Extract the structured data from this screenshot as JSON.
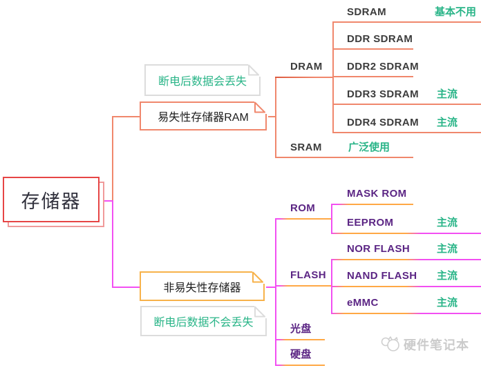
{
  "root": {
    "label": "存储器"
  },
  "volatile": {
    "topic": "易失性存储器RAM",
    "note": "断电后数据会丢失",
    "dram": {
      "label": "DRAM"
    },
    "dram_children": [
      {
        "label": "SDRAM",
        "note": "基本不用"
      },
      {
        "label": "DDR SDRAM",
        "note": ""
      },
      {
        "label": "DDR2 SDRAM",
        "note": ""
      },
      {
        "label": "DDR3 SDRAM",
        "note": "主流"
      },
      {
        "label": "DDR4 SDRAM",
        "note": "主流"
      }
    ],
    "sram": {
      "label": "SRAM",
      "note": "广泛使用"
    }
  },
  "nonvolatile": {
    "topic": "非易失性存储器",
    "note": "断电后数据不会丢失",
    "rom": {
      "label": "ROM"
    },
    "rom_children": [
      {
        "label": "MASK ROM",
        "note": ""
      },
      {
        "label": "EEPROM",
        "note": "主流"
      }
    ],
    "flash": {
      "label": "FLASH"
    },
    "flash_children": [
      {
        "label": "NOR FLASH",
        "note": "主流"
      },
      {
        "label": "NAND FLASH",
        "note": "主流"
      },
      {
        "label": "eMMC",
        "note": "主流"
      }
    ],
    "disc": {
      "label": "光盘"
    },
    "hdd": {
      "label": "硬盘"
    }
  },
  "watermark": {
    "label": "硬件笔记本"
  },
  "colors": {
    "root_border": "#e64545",
    "volatile_branch": "#f0876c",
    "nonvolatile_line": "#f24ff2",
    "nonvolatile_accent": "#ffa845",
    "nonvolatile_box_border": "#f7b24a",
    "note_green": "#28b487",
    "lower_label_purple": "#5b2584"
  }
}
